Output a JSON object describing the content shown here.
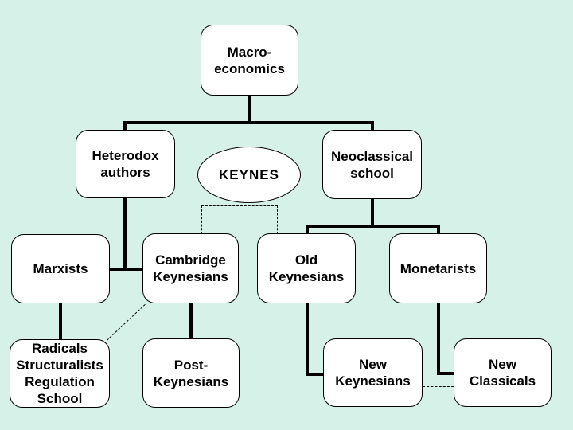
{
  "canvas": {
    "background_color": "#d6f2e8",
    "node_fill_color": "#ffffff",
    "line_color": "#000000"
  },
  "nodes": {
    "macro": {
      "label": "Macro-\neconomics"
    },
    "heterodox": {
      "label": "Heterodox\nauthors"
    },
    "keynes": {
      "label": "KEYNES"
    },
    "neoclassical": {
      "label": "Neoclassical\nschool"
    },
    "marxists": {
      "label": "Marxists"
    },
    "cambridge": {
      "label": "Cambridge\nKeynesians"
    },
    "old_keynesians": {
      "label": "Old\nKeynesians"
    },
    "monetarists": {
      "label": "Monetarists"
    },
    "radicals": {
      "label": "Radicals\nStructuralists\nRegulation\nSchool"
    },
    "post_keynesians": {
      "label": "Post-\nKeynesians"
    },
    "new_keynesians": {
      "label": "New\nKeynesians"
    },
    "new_classicals": {
      "label": "New\nClassicals"
    }
  },
  "edges": [
    {
      "from": "macro",
      "to": "heterodox",
      "style": "solid"
    },
    {
      "from": "macro",
      "to": "neoclassical",
      "style": "solid"
    },
    {
      "from": "heterodox",
      "to": "marxists-cambridge-link",
      "style": "solid"
    },
    {
      "from": "marxists",
      "to": "cambridge",
      "style": "solid"
    },
    {
      "from": "marxists",
      "to": "radicals",
      "style": "solid"
    },
    {
      "from": "cambridge",
      "to": "post_keynesians",
      "style": "solid"
    },
    {
      "from": "cambridge",
      "to": "radicals",
      "style": "dashed"
    },
    {
      "from": "keynes",
      "to": "cambridge",
      "style": "dashed"
    },
    {
      "from": "keynes",
      "to": "old_keynesians",
      "style": "dashed"
    },
    {
      "from": "neoclassical",
      "to": "old_keynesians",
      "style": "solid"
    },
    {
      "from": "neoclassical",
      "to": "monetarists",
      "style": "solid"
    },
    {
      "from": "old_keynesians",
      "to": "new_keynesians",
      "style": "solid"
    },
    {
      "from": "monetarists",
      "to": "new_classicals",
      "style": "solid"
    },
    {
      "from": "new_keynesians",
      "to": "new_classicals",
      "style": "dashed"
    }
  ]
}
